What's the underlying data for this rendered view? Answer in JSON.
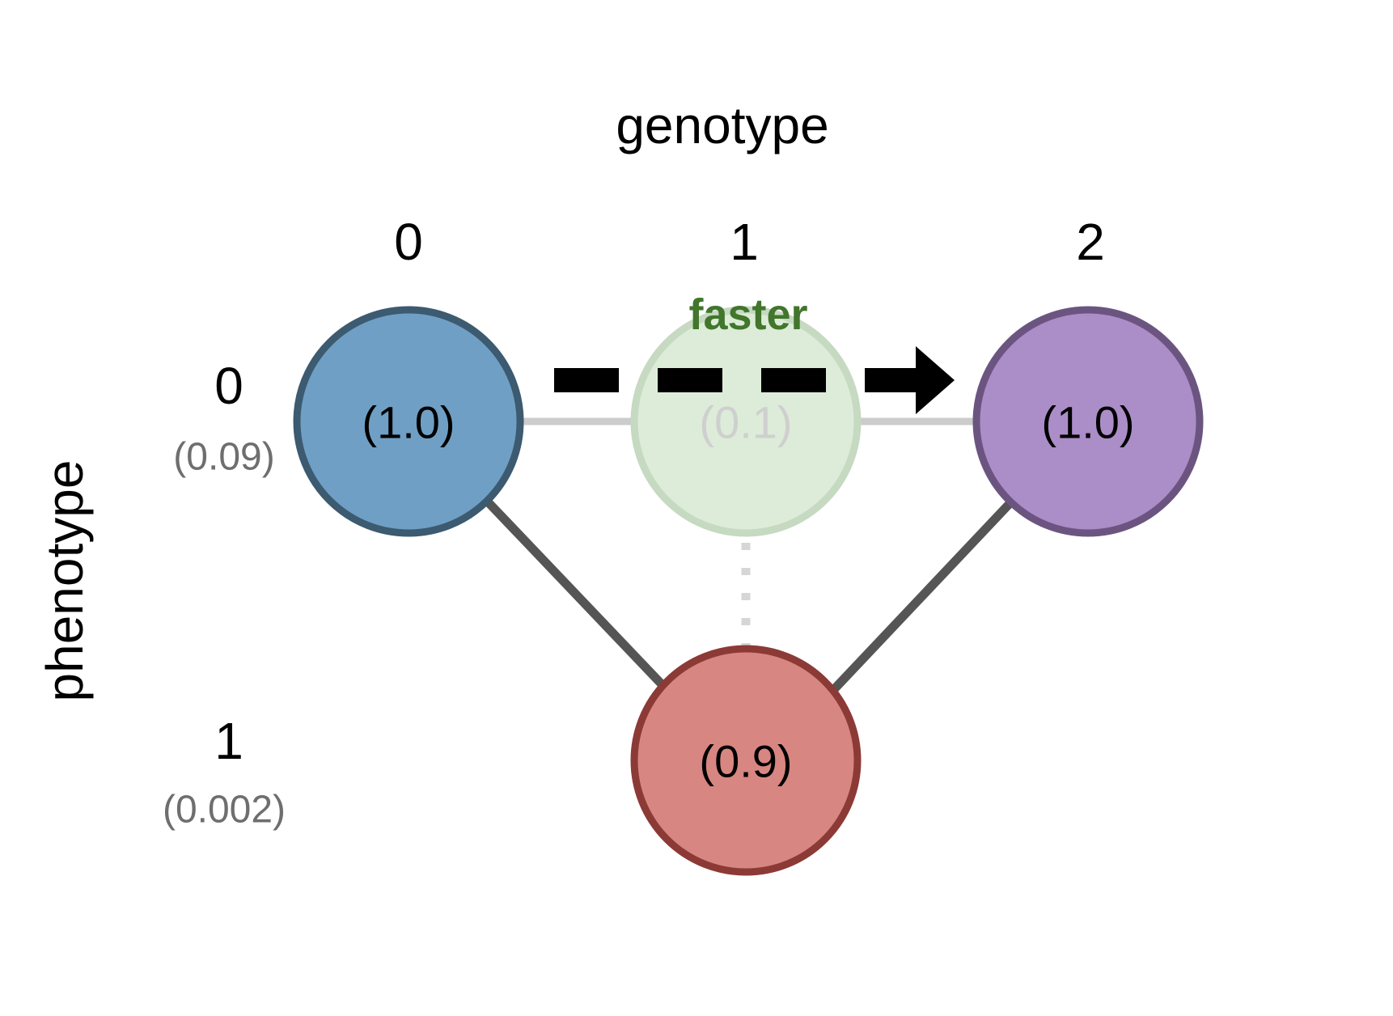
{
  "figure": {
    "background": "#ffffff",
    "x_axis_title": "genotype",
    "y_axis_title": "phenotype",
    "annotation": "faster",
    "annotation_color": "#41762c"
  },
  "axes": {
    "x_ticks": [
      {
        "label": "0"
      },
      {
        "label": "1"
      },
      {
        "label": "2"
      }
    ],
    "y_ticks": [
      {
        "label": "0",
        "sub": "(0.09)"
      },
      {
        "label": "1",
        "sub": "(0.002)"
      }
    ]
  },
  "nodes": [
    {
      "id": "g0p0",
      "label": "(1.0)",
      "value": 1.0,
      "genotype": "0",
      "phenotype": "0",
      "fill": "#6f9fc4",
      "stroke": "#3c5a70",
      "text_color": "#000000"
    },
    {
      "id": "g1p0",
      "label": "(0.1)",
      "value": 0.1,
      "genotype": "1",
      "phenotype": "0",
      "fill": "#dcecd8",
      "stroke": "#c6d9c1",
      "text_color": "#cfcfcf"
    },
    {
      "id": "g2p0",
      "label": "(1.0)",
      "value": 1.0,
      "genotype": "2",
      "phenotype": "0",
      "fill": "#ab8dc8",
      "stroke": "#6b5580",
      "text_color": "#000000"
    },
    {
      "id": "g1p1",
      "label": "(0.9)",
      "value": 0.9,
      "genotype": "1",
      "phenotype": "1",
      "fill": "#d88681",
      "stroke": "#8c3a36",
      "text_color": "#000000"
    }
  ],
  "edges": [
    {
      "from": "g0p0",
      "to": "g1p0",
      "style": "solid",
      "color": "#cccccc",
      "weight": "thin"
    },
    {
      "from": "g1p0",
      "to": "g2p0",
      "style": "solid",
      "color": "#cccccc",
      "weight": "thin"
    },
    {
      "from": "g0p0",
      "to": "g1p1",
      "style": "solid",
      "color": "#555555",
      "weight": "thick"
    },
    {
      "from": "g2p0",
      "to": "g1p1",
      "style": "solid",
      "color": "#555555",
      "weight": "thick"
    },
    {
      "from": "g1p0",
      "to": "g1p1",
      "style": "dotted",
      "color": "#d6d6d6",
      "weight": "thick"
    }
  ],
  "arrow": {
    "label": "faster",
    "style": "dashed",
    "color": "#000000",
    "direction": "right"
  },
  "chart_data": {
    "type": "diagram",
    "title": "",
    "xlabel": "genotype",
    "ylabel": "phenotype",
    "categories_x": [
      "0",
      "1",
      "2"
    ],
    "categories_y": [
      "0",
      "1"
    ],
    "y_marginals": [
      "(0.09)",
      "(0.002)"
    ],
    "points": [
      {
        "x": "0",
        "y": "0",
        "value": 1.0,
        "display": "(1.0)",
        "color": "#6f9fc4"
      },
      {
        "x": "1",
        "y": "0",
        "value": 0.1,
        "display": "(0.1)",
        "color": "#dcecd8"
      },
      {
        "x": "2",
        "y": "0",
        "value": 1.0,
        "display": "(1.0)",
        "color": "#ab8dc8"
      },
      {
        "x": "1",
        "y": "1",
        "value": 0.9,
        "display": "(0.9)",
        "color": "#d88681"
      }
    ],
    "annotations": [
      {
        "text": "faster",
        "color": "#41762c",
        "near": "x=1,y=0"
      }
    ],
    "legend": "none",
    "grid": false
  }
}
